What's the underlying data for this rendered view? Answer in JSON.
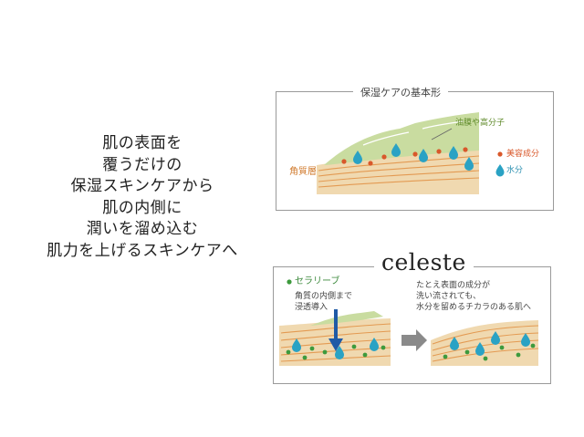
{
  "headline": [
    "肌の表面を",
    "覆うだけの",
    "保湿スキンケアから",
    "肌の内側に",
    "潤いを溜め込む",
    "肌力を上げるスキンケアへ"
  ],
  "top_panel": {
    "title": "保湿ケアの基本形",
    "label_film": "油膜や高分子",
    "label_layer": "角質層",
    "legend_beauty": "美容成分",
    "legend_water": "水分"
  },
  "bottom_panel": {
    "brand": "celeste",
    "ingredient_label": "セラリーブ",
    "ingredient_desc": [
      "角質の内側まで",
      "浸透導入"
    ],
    "result_text": [
      "たとえ表面の成分が",
      "洗い流されても、",
      "水分を留めるチカラのある肌へ"
    ]
  },
  "colors": {
    "film_green": "#c9dca0",
    "skin_tan": "#f0d9b0",
    "skin_line": "#e39a52",
    "beauty_dot": "#d9582b",
    "water_drop": "#2aa2c4",
    "ingredient_green": "#3d9a3d",
    "arrow_blue": "#1f5aa6",
    "arrow_gray": "#8a8a8a"
  }
}
